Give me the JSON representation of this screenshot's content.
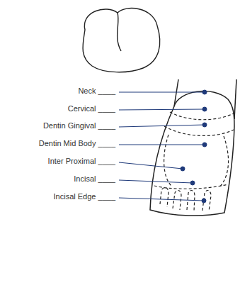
{
  "diagram": {
    "labels": [
      "Neck ____",
      "Cervical ____",
      "Dentin Gingival ____",
      "Dentin Mid Body ____",
      "Inter Proximal ____",
      "Incisal ____",
      "Incisal Edge ____"
    ]
  }
}
